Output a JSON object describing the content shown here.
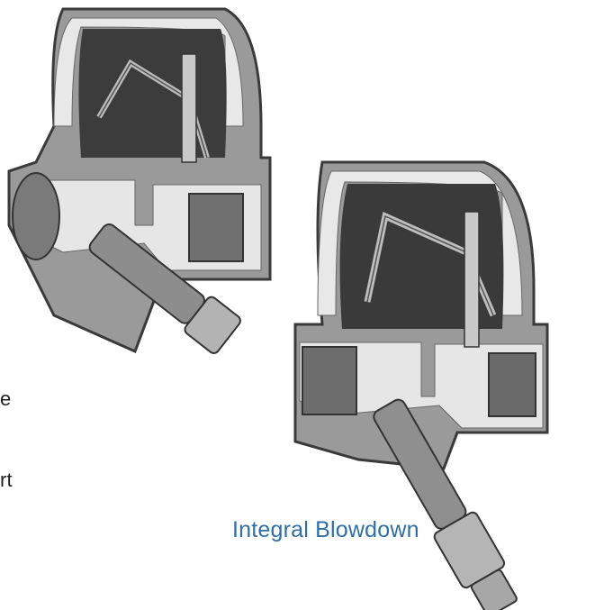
{
  "fragments": [
    "e",
    "rt"
  ],
  "caption": "Integral Blowdown",
  "colors": {
    "caption": "#2f6fa6",
    "body_cut": "#e6e6e6",
    "body_shadow": "#8a8a8a",
    "cavity": "#3a3a3a",
    "metal": "#9c9c9c"
  }
}
